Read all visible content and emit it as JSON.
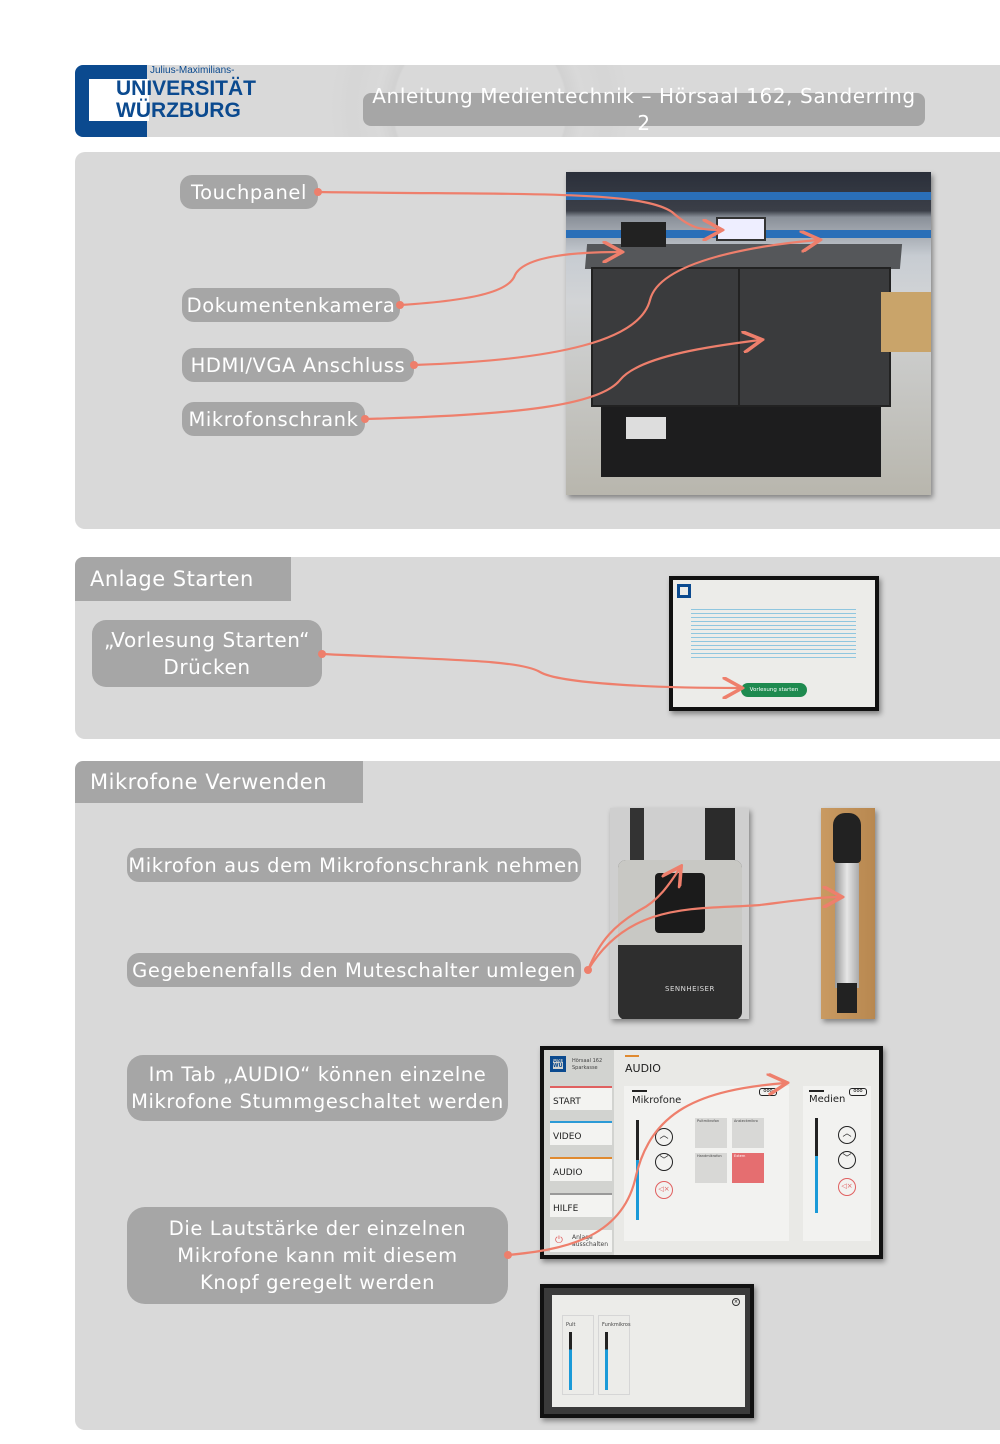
{
  "header": {
    "logo_small": "Julius-Maximilians-",
    "logo_line1": "UNIVERSITÄT",
    "logo_line2": "WÜRZBURG",
    "title": "Anleitung Medientechnik – Hörsaal 162, Sanderring 2"
  },
  "section1": {
    "labels": [
      "Touchpanel",
      "Dokumentenkamera",
      "HDMI/VGA Anschluss",
      "Mikrofonschrank"
    ]
  },
  "section2": {
    "title": "Anlage Starten",
    "instruction_line1": "„Vorlesung Starten“",
    "instruction_line2": "Drücken",
    "screen_button": "Vorlesung starten"
  },
  "section3": {
    "title": "Mikrofone Verwenden",
    "step1": "Mikrofon aus dem Mikrofonschrank nehmen",
    "step2": "Gegebenenfalls den Muteschalter umlegen",
    "step3_line1": "Im Tab „AUDIO“ können einzelne",
    "step3_line2": "Mikrofone Stummgeschaltet werden",
    "step4_line1": "Die Lautstärke der einzelnen",
    "step4_line2": "Mikrofone kann mit diesem",
    "step4_line3": "Knopf geregelt werden",
    "transmitter_brand": "SENNHEISER",
    "panel": {
      "logo": "UNI WÜ",
      "room": "Hörsaal 162",
      "sub": "Sparkasse",
      "heading": "AUDIO",
      "nav": [
        "START",
        "VIDEO",
        "AUDIO",
        "HILFE"
      ],
      "power": "Anlage ausschalten",
      "mics_title": "Mikrofone",
      "media_title": "Medien",
      "channels": [
        "Pultmikrofon",
        "Ansteckmikro",
        "Handmikrofon",
        "Extern"
      ]
    },
    "popup": {
      "channels": [
        "Pult",
        "Funkmikros"
      ]
    }
  },
  "colors": {
    "accent": "#ee7f6c",
    "brand": "#0b4a8f",
    "pill": "#a6a6a6",
    "section": "#d9d9d9"
  }
}
